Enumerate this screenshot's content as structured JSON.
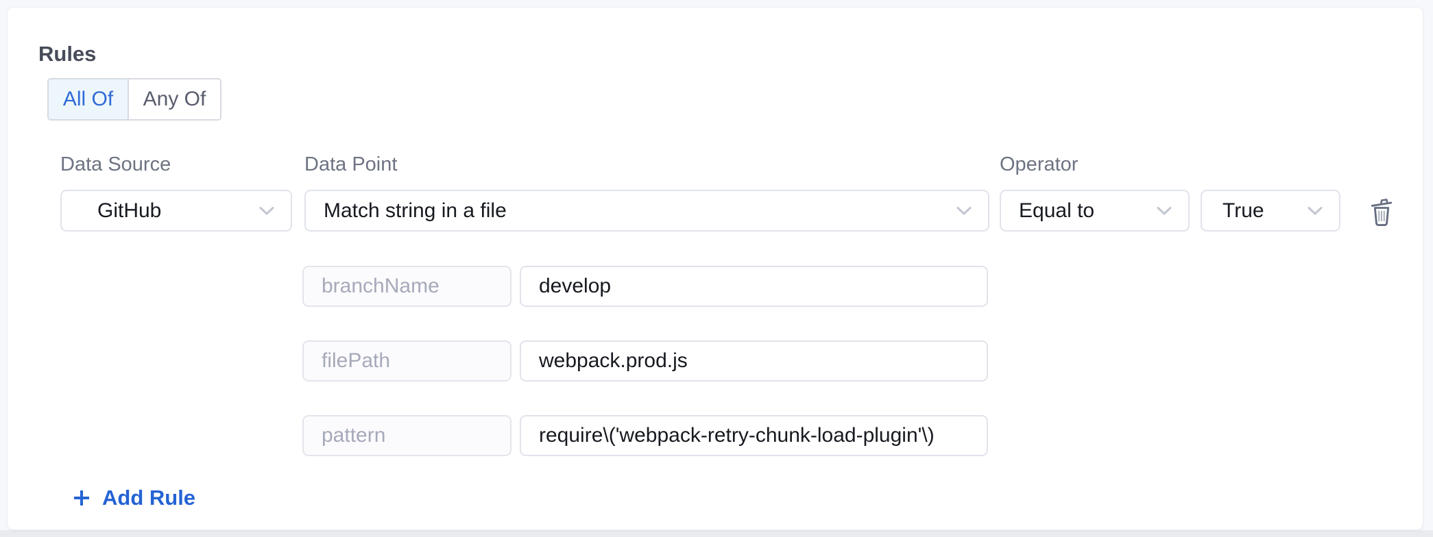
{
  "colors": {
    "accent_blue": "#2e6bd6",
    "add_rule_blue": "#2563d4",
    "selected_segment_bg": "#edf6fb",
    "card_bg": "#ffffff",
    "page_bg": "#f7f8fb",
    "bottom_strip": "#e9ebee",
    "input_border": "#e0e3ea",
    "muted_text": "#a6a9b9",
    "label_text": "#6d7382",
    "icon_gray": "#666d80"
  },
  "rules_section": {
    "title": "Rules",
    "match_mode": {
      "all_of_label": "All Of",
      "any_of_label": "Any Of",
      "selected": "All Of"
    },
    "rule": {
      "data_source": {
        "label": "Data Source",
        "value": "GitHub"
      },
      "data_point": {
        "label": "Data Point",
        "value": "Match string in a file"
      },
      "operator": {
        "label": "Operator",
        "value": "Equal to"
      },
      "expected": {
        "value": "True"
      },
      "params": [
        {
          "key": "branchName",
          "value": "develop"
        },
        {
          "key": "filePath",
          "value": "webpack.prod.js"
        },
        {
          "key": "pattern",
          "value": "require\\('webpack-retry-chunk-load-plugin'\\)"
        }
      ]
    },
    "add_rule_label": "Add Rule"
  }
}
